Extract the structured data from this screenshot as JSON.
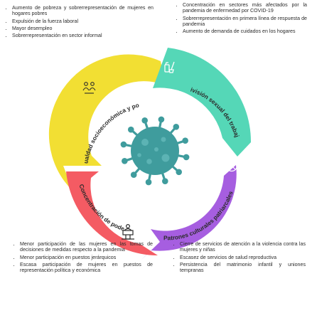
{
  "segments": {
    "top_left": {
      "label": "Desigualdad socioeconómica y pobreza",
      "color": "#f2df33",
      "icon": "people-icon",
      "bullets": [
        "Aumento de pobreza y sobrerrepresentación de mujeres en hogares pobres",
        "Expulsión de la fuerza laboral",
        "Mayor desempleo",
        "Sobrerrepresentación en sector informal"
      ]
    },
    "top_right": {
      "label": "División sexual del trabajo",
      "color": "#55d7b7",
      "icon": "cleaning-tools-icon",
      "bullets": [
        "Concentración en sectores más afectados por la pandemia de enfermedad por COVID-19",
        "Sobrerrepresentación en primera línea de respuesta de pandemia",
        "Aumento de demanda de cuidados en los hogares"
      ]
    },
    "bottom_right": {
      "label": "Patrones culturales patriarcales",
      "color": "#a65ee0",
      "icon": "no-violence-icon",
      "bullets": [
        "Cierre de servicios de atención a la violencia contra las mujeres y niñas",
        "Escasez de servicios de salud reproductiva",
        "Persistencia del matrimonio infantil y uniones tempranas"
      ]
    },
    "bottom_left": {
      "label": "Concentración de poder",
      "color": "#f45b63",
      "icon": "podium-speaker-icon",
      "bullets": [
        "Menor participación de las mujeres en las tomas de decisiones de medidas respecto a la pandemia",
        "Menor participación en puestos jerárquicos",
        "Escasa participación de mujeres en puestos de representación política y económica"
      ]
    }
  },
  "center": {
    "icon": "coronavirus-icon",
    "color": "#3f9c9d"
  }
}
